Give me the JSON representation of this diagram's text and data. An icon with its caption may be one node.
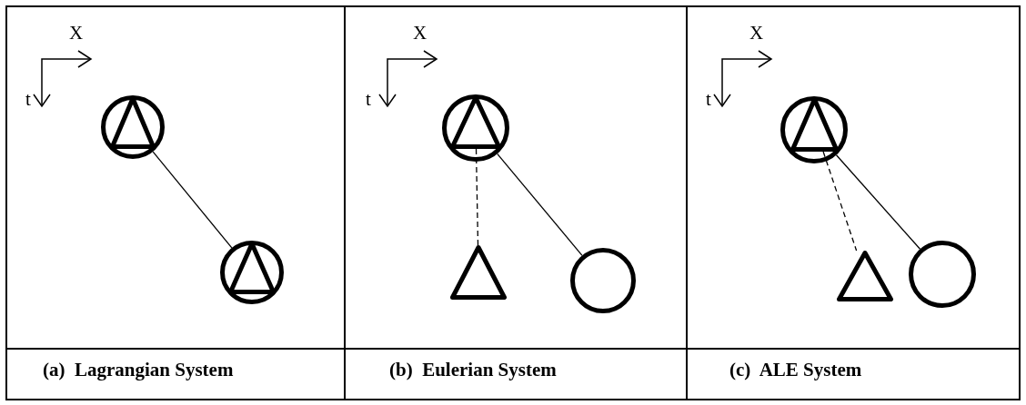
{
  "diagram": {
    "nodes": [
      {
        "text": [],
        "shape": "circle"
      },
      {
        "text": [],
        "shape": "triangle",
        "in": 0
      },
      {
        "text": [],
        "shape": "circle"
      },
      {
        "text": [],
        "shape": "triangle",
        "in": 2
      },
      {
        "text": [],
        "shape": "circle"
      },
      {
        "text": [],
        "shape": "triangle",
        "in": 4
      },
      {
        "text": [],
        "shape": "triangle"
      },
      {
        "text": [],
        "shape": "circle"
      },
      {
        "text": [],
        "shape": "circle"
      },
      {
        "text": [],
        "shape": "triangle",
        "in": 8
      },
      {
        "text": [],
        "shape": "triangle"
      },
      {
        "text": [],
        "shape": "circle"
      }
    ],
    "edges": [
      {
        "from": 0,
        "to": 2,
        "arrow": "none"
      },
      {
        "from": 4,
        "to": 7,
        "arrow": "none"
      },
      {
        "from": 5,
        "to": 6,
        "arrow": "none",
        "style": "dashed"
      },
      {
        "from": 8,
        "to": 11,
        "arrow": "none"
      },
      {
        "from": 9,
        "to": 10,
        "arrow": "none",
        "style": "dashed"
      }
    ],
    "labels": [
      "X",
      "t",
      "X",
      "t",
      "X",
      "t",
      "(a)  Lagrangian System",
      "(b)  Eulerian System",
      "(c)  ALE System"
    ]
  }
}
